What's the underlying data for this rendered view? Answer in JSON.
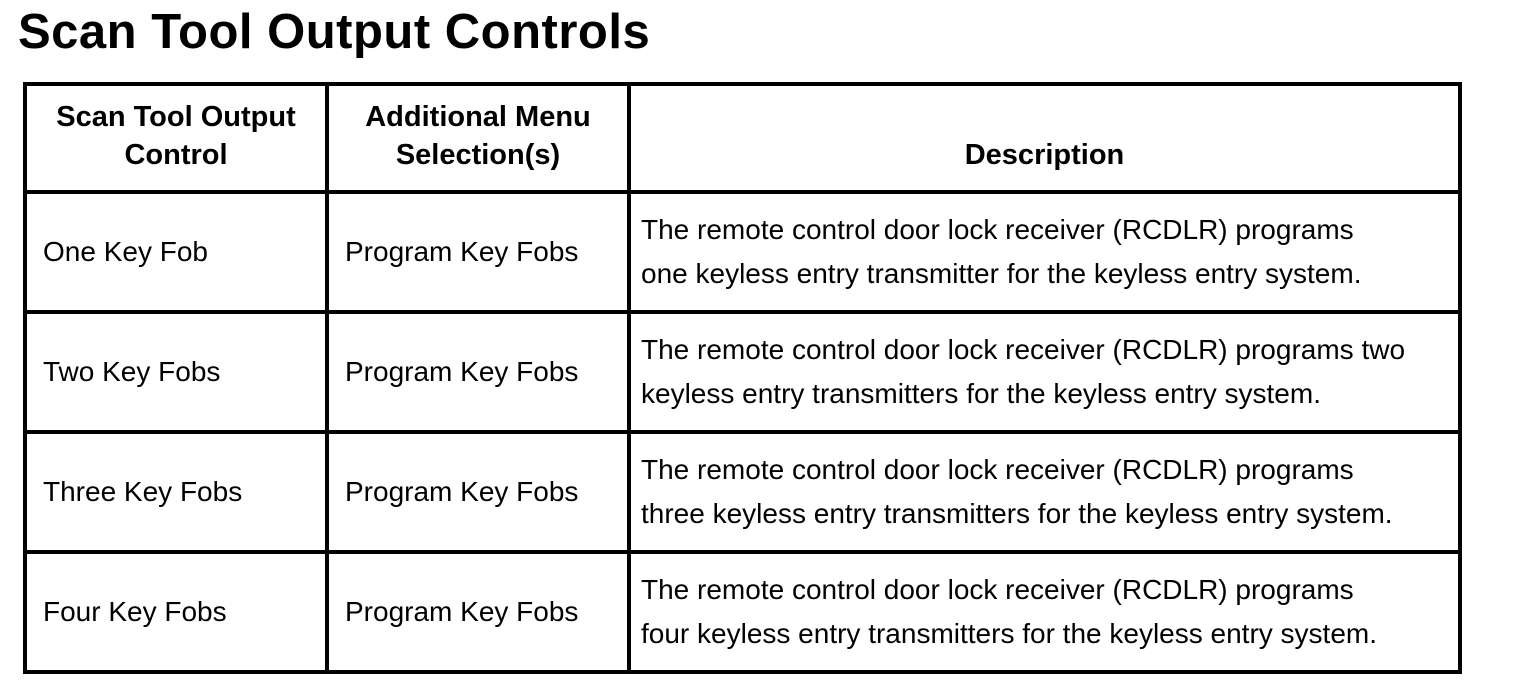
{
  "page": {
    "title": "Scan Tool Output Controls"
  },
  "table": {
    "columns": [
      {
        "label": "Scan Tool Output\nControl"
      },
      {
        "label": "Additional Menu\nSelection(s)"
      },
      {
        "label": "Description"
      }
    ],
    "rows": [
      {
        "control": "One Key Fob",
        "menu": "Program Key Fobs",
        "description": "The remote control door lock receiver (RCDLR) programs\none keyless entry transmitter for the keyless entry system."
      },
      {
        "control": "Two Key Fobs",
        "menu": "Program Key Fobs",
        "description": "The remote control door lock receiver (RCDLR) programs two\nkeyless entry transmitters for the keyless entry system."
      },
      {
        "control": "Three Key Fobs",
        "menu": "Program Key Fobs",
        "description": "The remote control door lock receiver (RCDLR) programs\nthree keyless entry transmitters for the keyless entry system."
      },
      {
        "control": "Four Key Fobs",
        "menu": "Program Key Fobs",
        "description": "The remote control door lock receiver (RCDLR) programs\nfour keyless entry transmitters for the keyless entry system."
      }
    ]
  },
  "colors": {
    "text": "#000000",
    "border": "#000000",
    "background": "#ffffff"
  }
}
